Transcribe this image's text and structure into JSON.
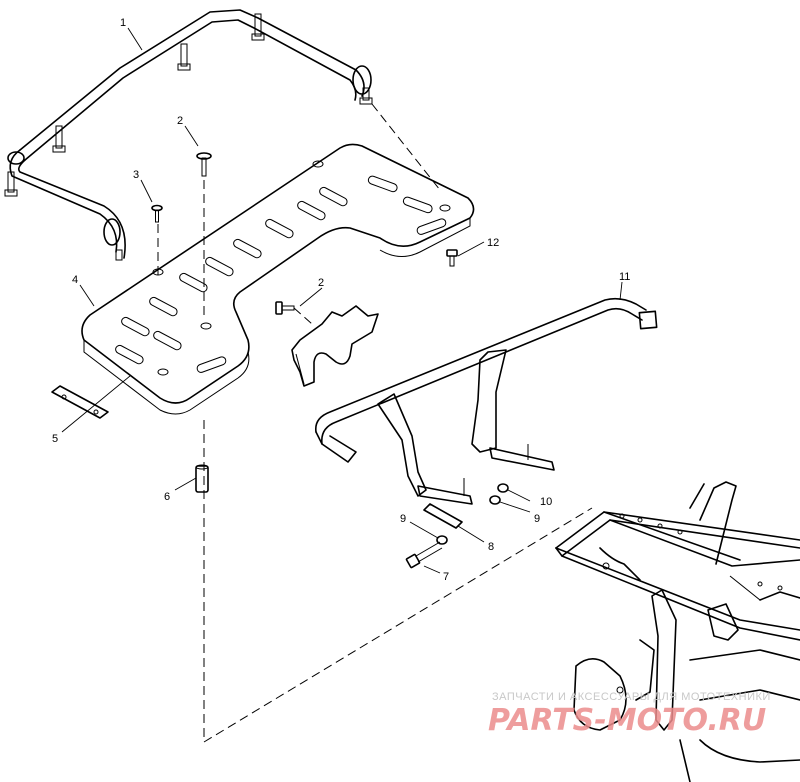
{
  "callouts": {
    "c1": "1",
    "c2a": "2",
    "c2b": "2",
    "c3": "3",
    "c4": "4",
    "c5": "5",
    "c6": "6",
    "c7": "7",
    "c8": "8",
    "c9a": "9",
    "c9b": "9",
    "c10": "10",
    "c11": "11",
    "c12": "12"
  },
  "watermark": {
    "subtitle": "ЗАПЧАСТИ И АКСЕССУАРЫ ДЛЯ МОТОТЕХНИКИ",
    "brand": "PARTS-MOTO.RU"
  },
  "colors": {
    "line": "#000000",
    "background": "#ffffff",
    "watermark_brand": "#ec8c8c",
    "watermark_text": "#c8c8c8"
  }
}
